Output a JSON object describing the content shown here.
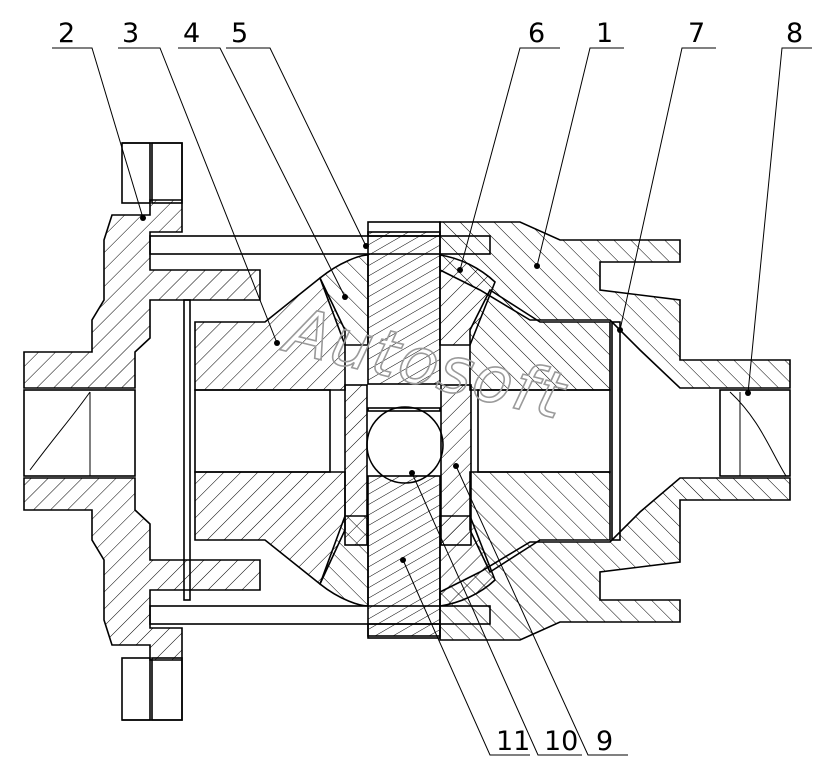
{
  "title": "",
  "watermark": "Autosoft",
  "callouts": [
    {
      "id": "2",
      "label": "2"
    },
    {
      "id": "3",
      "label": "3"
    },
    {
      "id": "4",
      "label": "4"
    },
    {
      "id": "5",
      "label": "5"
    },
    {
      "id": "6",
      "label": "6"
    },
    {
      "id": "1",
      "label": "1"
    },
    {
      "id": "7",
      "label": "7"
    },
    {
      "id": "8",
      "label": "8"
    },
    {
      "id": "11",
      "label": "11"
    },
    {
      "id": "10",
      "label": "10"
    },
    {
      "id": "9",
      "label": "9"
    }
  ]
}
